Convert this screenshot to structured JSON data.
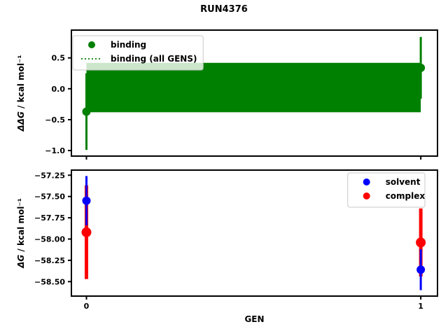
{
  "title": "RUN4376",
  "colors": {
    "binding": "#008000",
    "solvent": "#0000ff",
    "complex": "#ff0000",
    "axis": "#000000",
    "legend_border": "#c8c8c8"
  },
  "chart_data": [
    {
      "type": "scatter",
      "subplot": "top",
      "ylabel": "ΔΔG / kcal mol⁻¹",
      "xlim": [
        -0.045,
        1.05
      ],
      "ylim": [
        -1.09,
        0.95
      ],
      "grid": false,
      "yticks": [
        {
          "v": 0.5,
          "label": "0.5"
        },
        {
          "v": 0.0,
          "label": "0.0"
        },
        {
          "v": -0.5,
          "label": "−0.5"
        },
        {
          "v": -1.0,
          "label": "−1.0"
        }
      ],
      "xticks": [
        {
          "v": 0,
          "label": ""
        },
        {
          "v": 1,
          "label": ""
        }
      ],
      "series": [
        {
          "name": "binding",
          "type": "errorbar",
          "color": "#008000",
          "linewidth": 3,
          "markersize": 6,
          "points": [
            {
              "x": 0,
              "y": -0.37,
              "yerr": 0.62
            },
            {
              "x": 1,
              "y": 0.34,
              "yerr": 0.5
            }
          ]
        },
        {
          "name": "binding (all GENS)",
          "type": "band",
          "color": "#008000",
          "linestyle": "dotted",
          "line_value": 0.02,
          "band_lo": -0.38,
          "band_hi": 0.42,
          "x_range": [
            0,
            1
          ]
        }
      ],
      "legend": {
        "position": "upper-left",
        "entries": [
          {
            "label": "binding",
            "marker": "dot",
            "color": "#008000"
          },
          {
            "label": "binding (all GENS)",
            "marker": "dotted-line",
            "color": "#008000"
          }
        ]
      }
    },
    {
      "type": "scatter",
      "subplot": "bottom",
      "ylabel": "ΔG / kcal mol⁻¹",
      "xlabel": "GEN",
      "xlim": [
        -0.045,
        1.05
      ],
      "ylim": [
        -58.67,
        -57.19
      ],
      "grid": false,
      "yticks": [
        {
          "v": -57.25,
          "label": "−57.25"
        },
        {
          "v": -57.5,
          "label": "−57.50"
        },
        {
          "v": -57.75,
          "label": "−57.75"
        },
        {
          "v": -58.0,
          "label": "−58.00"
        },
        {
          "v": -58.25,
          "label": "−58.25"
        },
        {
          "v": -58.5,
          "label": "−58.50"
        }
      ],
      "xticks": [
        {
          "v": 0,
          "label": "0"
        },
        {
          "v": 1,
          "label": "1"
        }
      ],
      "series": [
        {
          "name": "solvent",
          "type": "errorbar",
          "color": "#0000ff",
          "linewidth": 3,
          "markersize": 6,
          "points": [
            {
              "x": 0,
              "y": -57.55,
              "yerr": 0.29
            },
            {
              "x": 1,
              "y": -58.36,
              "yerr": 0.24
            }
          ]
        },
        {
          "name": "complex",
          "type": "errorbar",
          "color": "#ff0000",
          "linewidth": 5,
          "markersize": 7,
          "points": [
            {
              "x": 0,
              "y": -57.92,
              "yerr": 0.55
            },
            {
              "x": 1,
              "y": -58.04,
              "yerr": 0.4
            }
          ]
        }
      ],
      "legend": {
        "position": "upper-right",
        "entries": [
          {
            "label": "solvent",
            "marker": "dot",
            "color": "#0000ff"
          },
          {
            "label": "complex",
            "marker": "dot",
            "color": "#ff0000"
          }
        ]
      }
    }
  ]
}
